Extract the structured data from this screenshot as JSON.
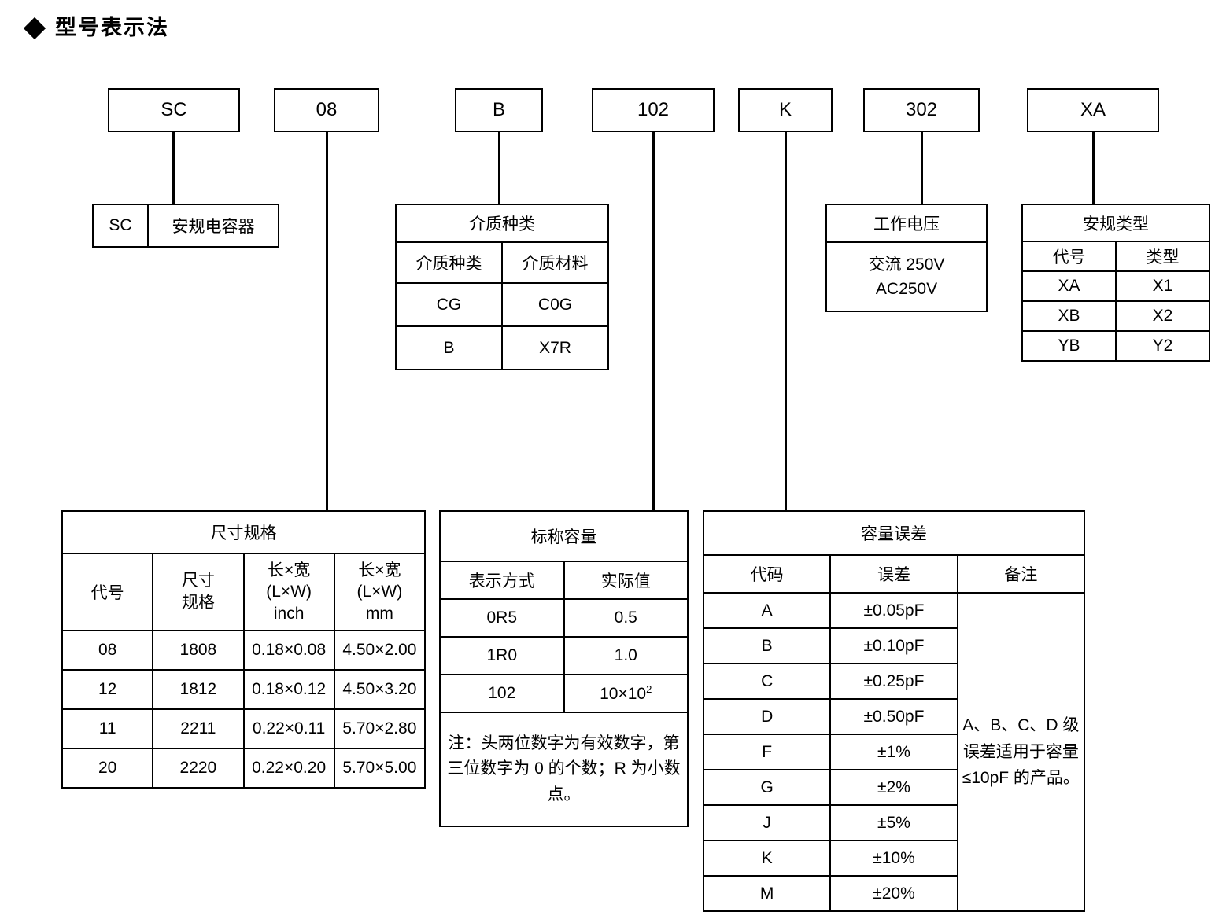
{
  "page": {
    "title": "型号表示法",
    "bullet_icon": "diamond-icon"
  },
  "part_number_boxes": [
    {
      "label": "SC",
      "name": "series"
    },
    {
      "label": "08",
      "name": "size-code"
    },
    {
      "label": "B",
      "name": "dielectric-code"
    },
    {
      "label": "102",
      "name": "capacitance-code"
    },
    {
      "label": "K",
      "name": "tolerance-code"
    },
    {
      "label": "302",
      "name": "voltage-code"
    },
    {
      "label": "XA",
      "name": "safety-class-code"
    }
  ],
  "series_table": {
    "code": "SC",
    "description": "安规电容器"
  },
  "dielectric_table": {
    "title": "介质种类",
    "headers": [
      "介质种类",
      "介质材料"
    ],
    "rows": [
      [
        "CG",
        "C0G"
      ],
      [
        "B",
        "X7R"
      ]
    ]
  },
  "voltage_table": {
    "title": "工作电压",
    "value_line1": "交流 250V",
    "value_line2": "AC250V"
  },
  "safety_table": {
    "title": "安规类型",
    "headers": [
      "代号",
      "类型"
    ],
    "rows": [
      [
        "XA",
        "X1"
      ],
      [
        "XB",
        "X2"
      ],
      [
        "YB",
        "Y2"
      ]
    ]
  },
  "size_table": {
    "title": "尺寸规格",
    "headers": [
      "代号",
      "尺寸\n规格",
      "长×宽\n(L×W)\ninch",
      "长×宽\n(L×W)\nmm"
    ],
    "headers_parts": {
      "col1": "代号",
      "col2_l1": "尺寸",
      "col2_l2": "规格",
      "col3_l1": "长×宽",
      "col3_l2": "(L×W)",
      "col3_l3": "inch",
      "col4_l1": "长×宽",
      "col4_l2": "(L×W)",
      "col4_l3": "mm"
    },
    "rows": [
      [
        "08",
        "1808",
        "0.18×0.08",
        "4.50×2.00"
      ],
      [
        "12",
        "1812",
        "0.18×0.12",
        "4.50×3.20"
      ],
      [
        "11",
        "2211",
        "0.22×0.11",
        "5.70×2.80"
      ],
      [
        "20",
        "2220",
        "0.22×0.20",
        "5.70×5.00"
      ]
    ]
  },
  "capacitance_table": {
    "title": "标称容量",
    "headers": [
      "表示方式",
      "实际值"
    ],
    "rows": [
      [
        "0R5",
        "0.5"
      ],
      [
        "1R0",
        "1.0"
      ],
      [
        "102",
        "10×10"
      ]
    ],
    "last_row_exponent": "2",
    "note": "注：头两位数字为有效数字，第三位数字为 0 的个数；R 为小数点。"
  },
  "tolerance_table": {
    "title": "容量误差",
    "headers": [
      "代码",
      "误差",
      "备注"
    ],
    "rows": [
      [
        "A",
        "±0.05pF"
      ],
      [
        "B",
        "±0.10pF"
      ],
      [
        "C",
        "±0.25pF"
      ],
      [
        "D",
        "±0.50pF"
      ],
      [
        "F",
        "±1%"
      ],
      [
        "G",
        "±2%"
      ],
      [
        "J",
        "±5%"
      ],
      [
        "K",
        "±10%"
      ],
      [
        "M",
        "±20%"
      ]
    ],
    "remark": "A、B、C、D 级误差适用于容量≤10pF 的产品。"
  },
  "colors": {
    "line": "#000000",
    "background": "#ffffff",
    "text": "#000000"
  }
}
